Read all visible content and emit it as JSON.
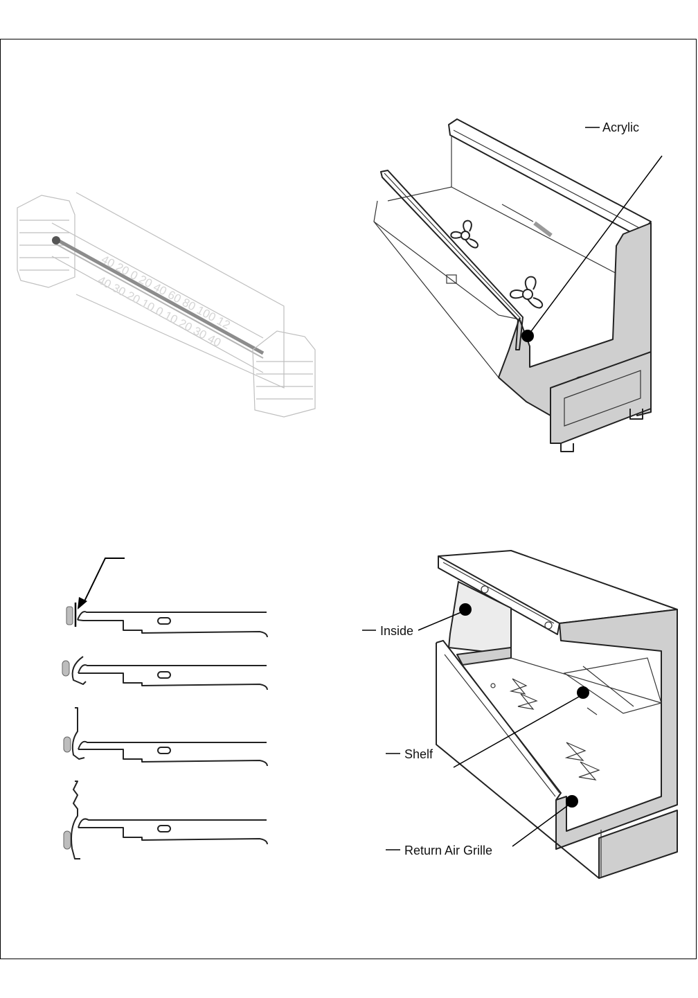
{
  "labels": {
    "acrylic": "Acrylic",
    "inside": "Inside",
    "shelf": "Shelf",
    "return_air_grille": "Return Air Grille"
  },
  "thermometer": {
    "fahrenheit_ticks": "40 20 0 20 40 60 80 100 12",
    "celsius_ticks": "40 30 20 10 0 10 20 30 40"
  },
  "colors": {
    "line": "#222222",
    "fill_gray": "#cfcfcf",
    "faded": "#bfbfbf"
  }
}
